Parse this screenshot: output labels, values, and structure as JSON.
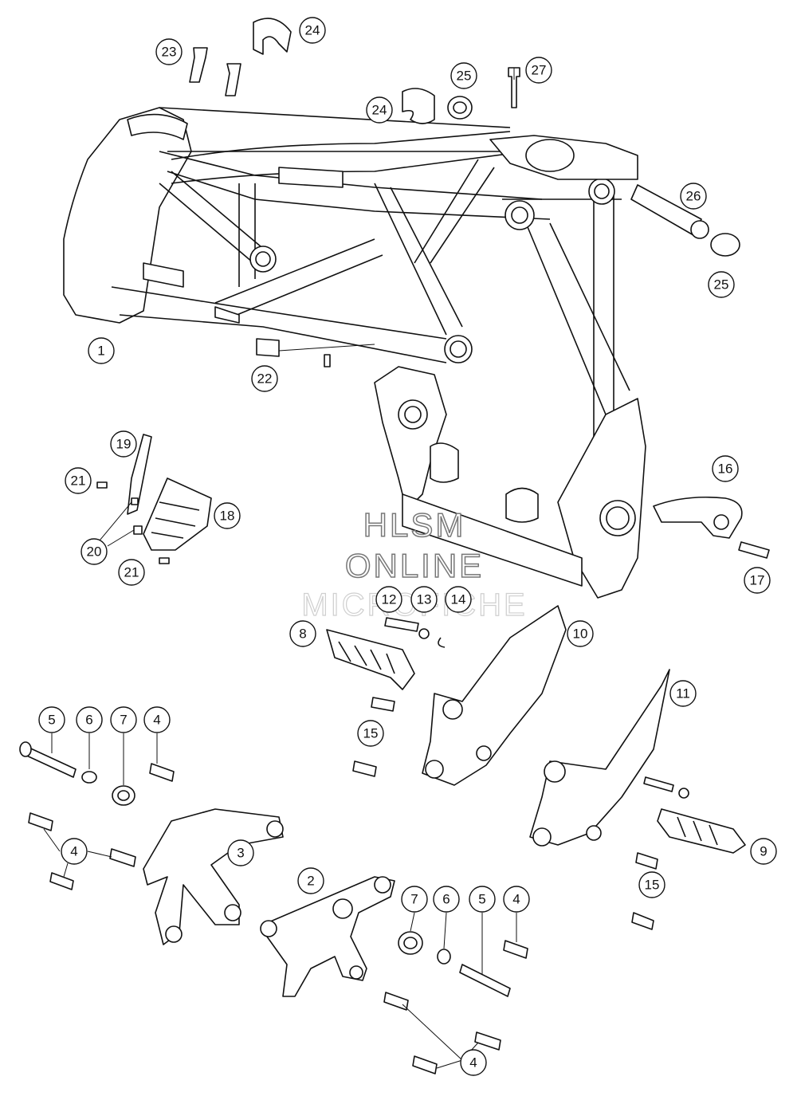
{
  "watermark": {
    "line1": "HLSM",
    "line2": "ONLINE",
    "line3": "MICROFICHE"
  },
  "callouts": [
    {
      "id": "c1",
      "label": "1"
    },
    {
      "id": "c2",
      "label": "2"
    },
    {
      "id": "c3",
      "label": "3"
    },
    {
      "id": "c4a",
      "label": "4"
    },
    {
      "id": "c4b",
      "label": "4"
    },
    {
      "id": "c4c",
      "label": "4"
    },
    {
      "id": "c4d",
      "label": "4"
    },
    {
      "id": "c5a",
      "label": "5"
    },
    {
      "id": "c5b",
      "label": "5"
    },
    {
      "id": "c6a",
      "label": "6"
    },
    {
      "id": "c6b",
      "label": "6"
    },
    {
      "id": "c7a",
      "label": "7"
    },
    {
      "id": "c7b",
      "label": "7"
    },
    {
      "id": "c8",
      "label": "8"
    },
    {
      "id": "c9",
      "label": "9"
    },
    {
      "id": "c10",
      "label": "10"
    },
    {
      "id": "c11",
      "label": "11"
    },
    {
      "id": "c12",
      "label": "12"
    },
    {
      "id": "c13",
      "label": "13"
    },
    {
      "id": "c14",
      "label": "14"
    },
    {
      "id": "c15a",
      "label": "15"
    },
    {
      "id": "c15b",
      "label": "15"
    },
    {
      "id": "c16",
      "label": "16"
    },
    {
      "id": "c17",
      "label": "17"
    },
    {
      "id": "c18",
      "label": "18"
    },
    {
      "id": "c19",
      "label": "19"
    },
    {
      "id": "c20",
      "label": "20"
    },
    {
      "id": "c21a",
      "label": "21"
    },
    {
      "id": "c21b",
      "label": "21"
    },
    {
      "id": "c22",
      "label": "22"
    },
    {
      "id": "c23",
      "label": "23"
    },
    {
      "id": "c24a",
      "label": "24"
    },
    {
      "id": "c24b",
      "label": "24"
    },
    {
      "id": "c25a",
      "label": "25"
    },
    {
      "id": "c25b",
      "label": "25"
    },
    {
      "id": "c26",
      "label": "26"
    },
    {
      "id": "c27",
      "label": "27"
    }
  ]
}
